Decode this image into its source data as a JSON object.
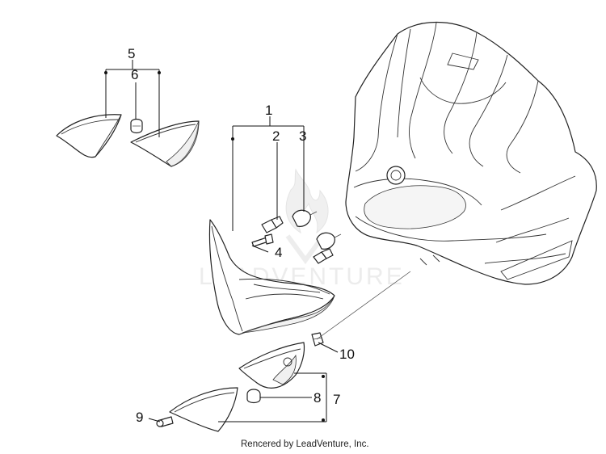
{
  "diagram": {
    "callouts": {
      "c1": "1",
      "c2": "2",
      "c3": "3",
      "c4": "4",
      "c5": "5",
      "c6": "6",
      "c7": "7",
      "c8": "8",
      "c9": "9",
      "c10": "10"
    },
    "watermark": "LEADVENTURE",
    "footer": "Rencered by LeadVenture, Inc."
  }
}
